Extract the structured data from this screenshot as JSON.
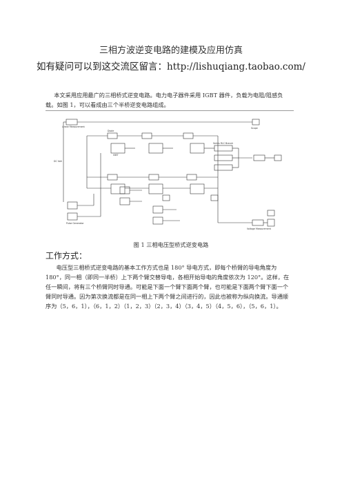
{
  "title": "三相方波逆变电路的建模及应用仿真",
  "subtitle": "如有疑问可以到这交流区留言：http://lishuqiang.taobao.com/",
  "intro": "本文采用应用最广的三相桥式逆变电路。电力电子器件采用 IGBT 器件，负载为电阻/阻感负载。如图 1，可以看成由三个半桥逆变电路组成。",
  "figure": {
    "caption": "图 1  三相电压型桥式逆变电路",
    "labels": {
      "line_measurement": "Linear Measurement",
      "dc_source": "DC Volt",
      "pulse_gen": "Pulse\nGenerator",
      "voltage_measurement": "Voltage Measurement",
      "igbt": "IGBT",
      "diode": "Diode",
      "scope": "Scope",
      "series_rlc": "Series RLC Branch"
    }
  },
  "section_heading": "工作方式：",
  "paragraph": "电压型三相桥式逆变电路的基本工作方式也是 180° 导电方式，即每个桥臂的导电角度为 180°，同一相（即同一半桥）上下两个臂交替导电，各相开始导电的角度依次为 120°。这样，在任一瞬间，将有三个桥臂同时导通。可能是下面一个臂下面两个臂，也可能是下面两个臂下面一个臂同时导通。因为第次换流都是在同一相上下两个臂之间进行的，因此也被称为纵向换流。导通顺序为（5，6，1），（6，1，2）（1，2，3）（2，3，4）（3，4，5）（4，5，6），（5，6，1）。"
}
